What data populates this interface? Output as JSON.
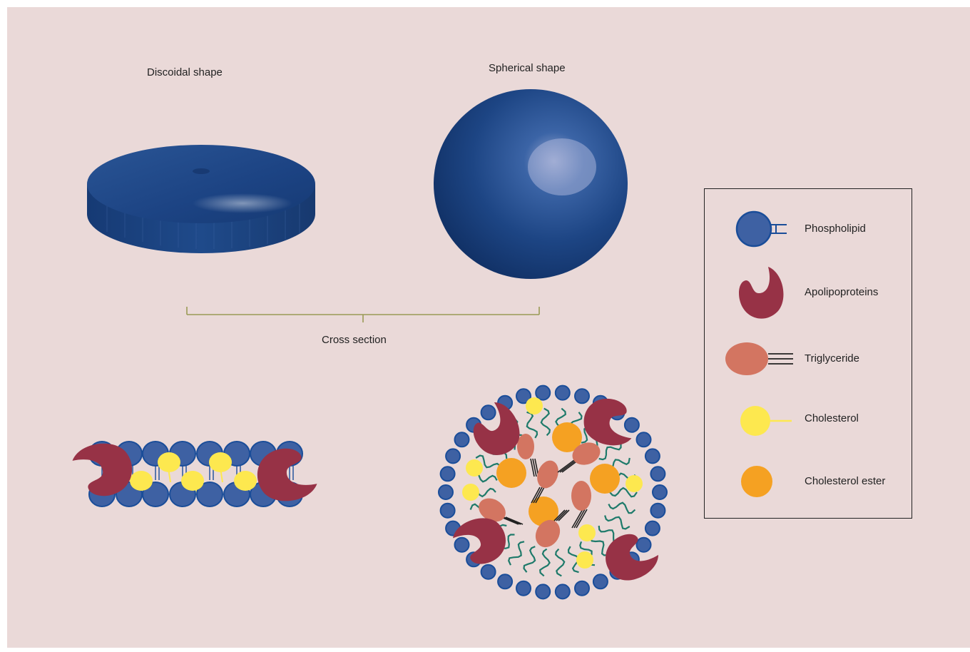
{
  "labels": {
    "discoidal": "Discoidal shape",
    "spherical": "Spherical shape",
    "cross_section": "Cross section"
  },
  "legend": {
    "items": [
      {
        "label": "Phospholipid",
        "icon": "phospholipid-icon"
      },
      {
        "label": "Apolipoproteins",
        "icon": "apolipoprotein-icon"
      },
      {
        "label": "Triglyceride",
        "icon": "triglyceride-icon"
      },
      {
        "label": "Cholesterol",
        "icon": "cholesterol-icon"
      },
      {
        "label": "Cholesterol ester",
        "icon": "cholesterol-ester-icon"
      }
    ]
  },
  "colors": {
    "background": "#ead9d8",
    "phospholipid": "#3e61a3",
    "apolipoprotein": "#973246",
    "triglyceride": "#d37561",
    "cholesterol": "#fde84f",
    "cholesterol_ester": "#f5a122",
    "tail": "#1e7a6a",
    "particle": "#1c4383",
    "bracket": "#9a9a55"
  }
}
